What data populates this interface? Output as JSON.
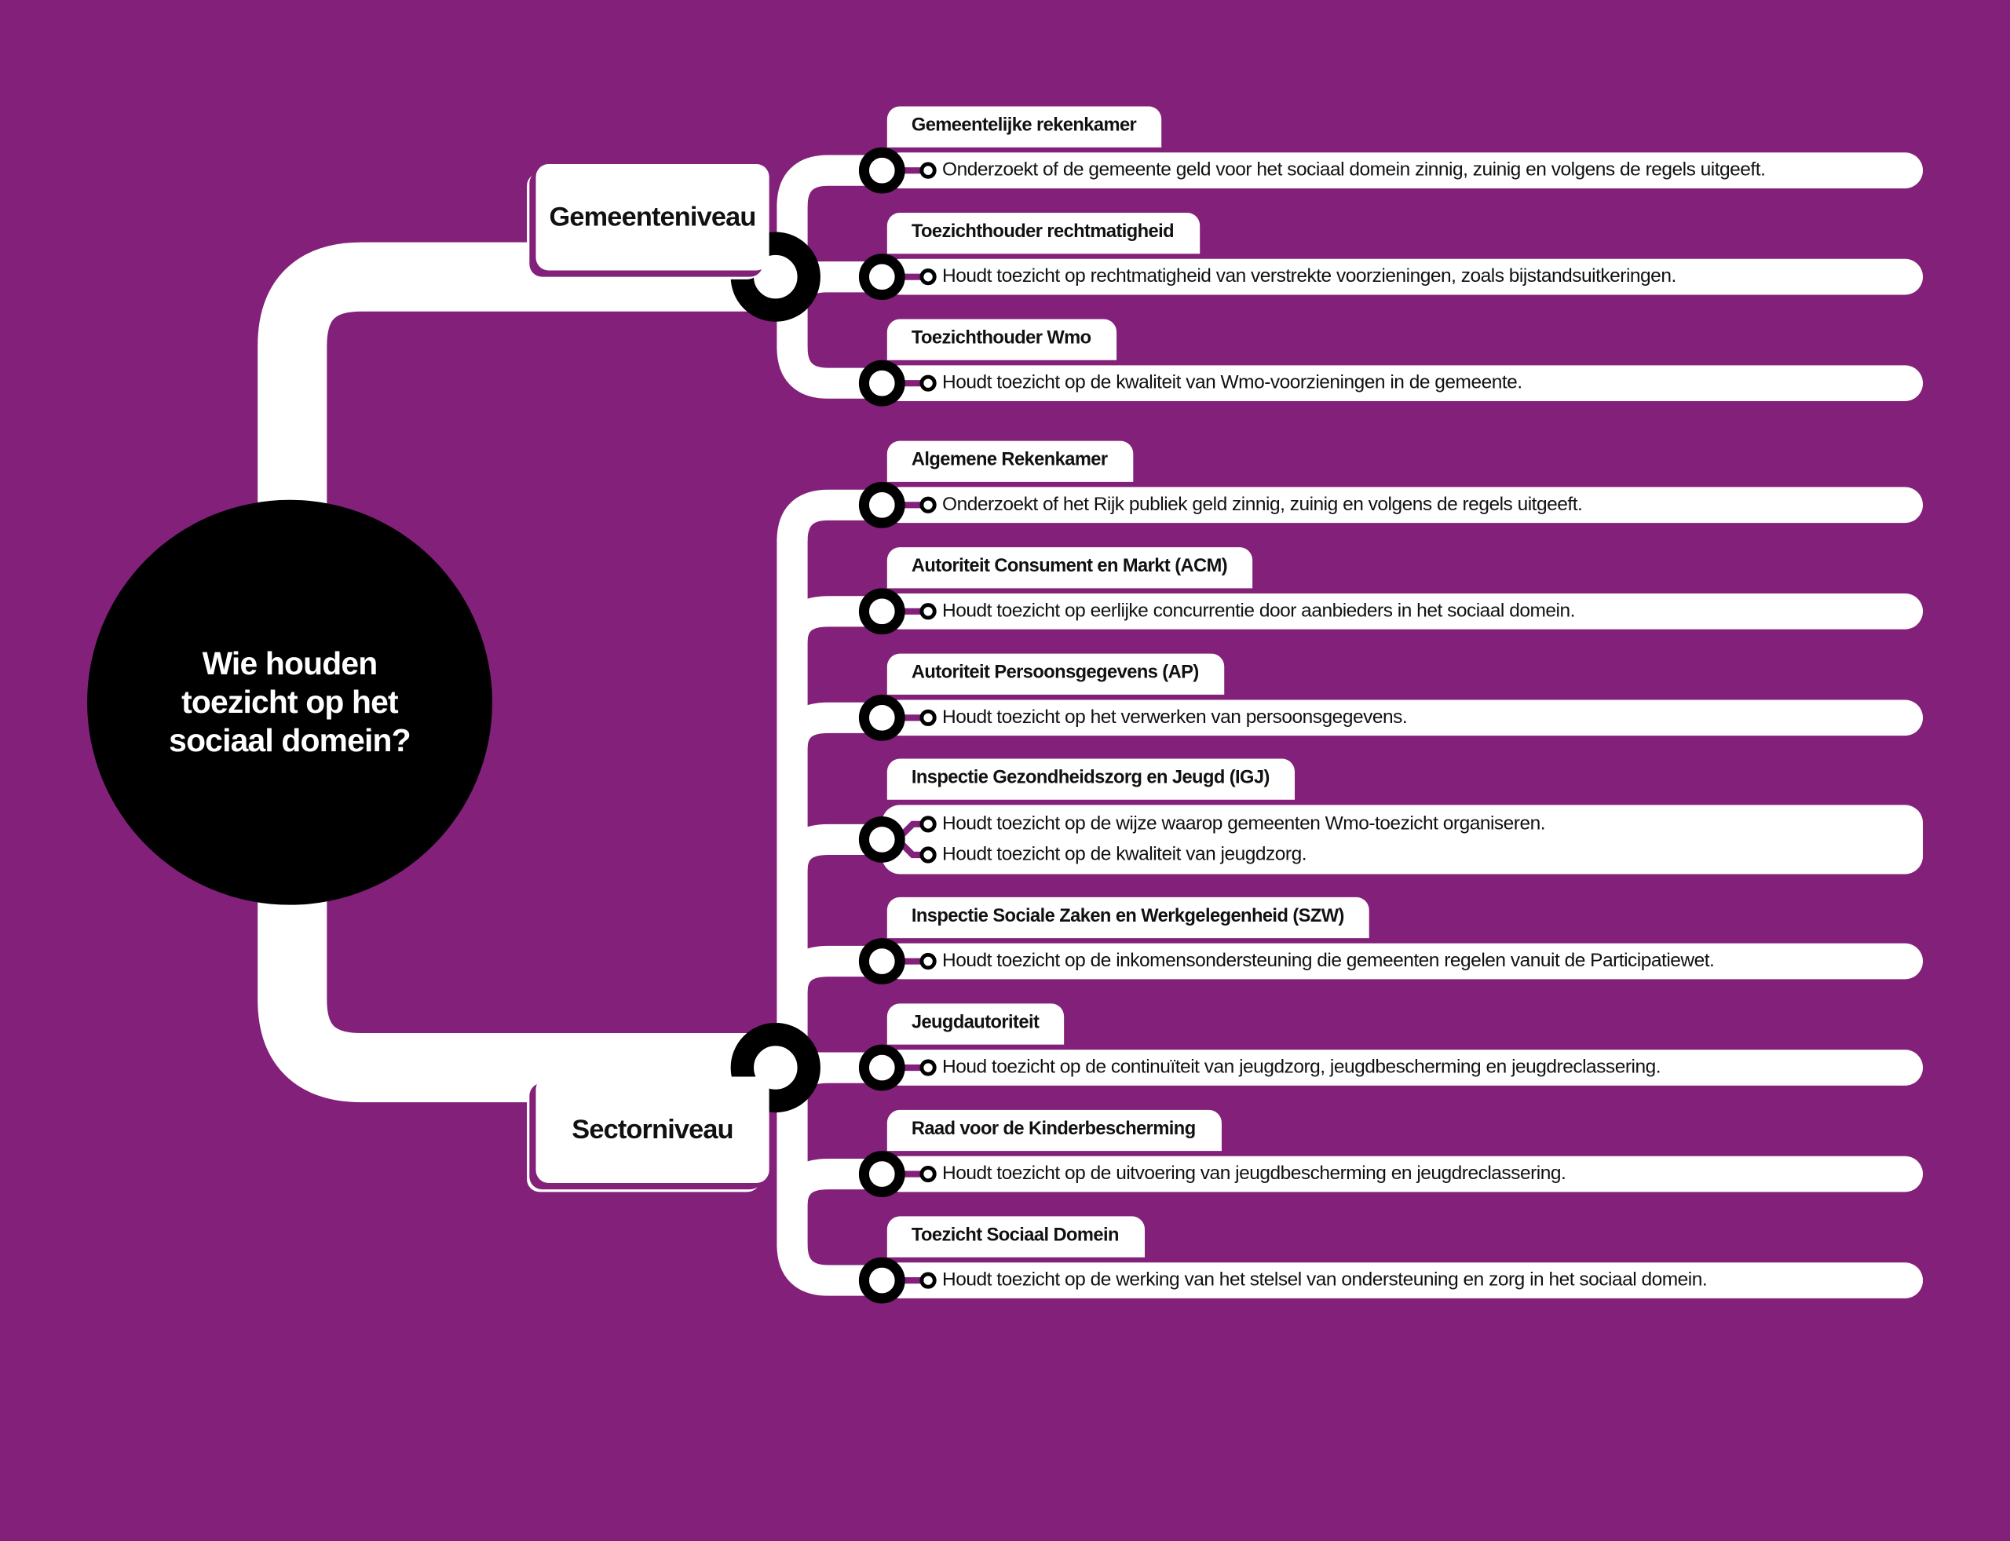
{
  "title_lines": [
    "Wie houden",
    "toezicht op het",
    "sociaal domein?"
  ],
  "colors": {
    "background": "#82207a",
    "line": "#ffffff",
    "node": "#000000"
  },
  "groups": [
    {
      "name": "Gemeenteniveau",
      "items": [
        {
          "title": "Gemeentelijke rekenkamer",
          "descriptions": [
            "Onderzoekt of de gemeente geld voor het sociaal domein zinnig, zuinig en volgens de regels uitgeeft."
          ]
        },
        {
          "title": "Toezichthouder rechtmatigheid",
          "descriptions": [
            "Houdt toezicht op rechtmatigheid van verstrekte voorzieningen, zoals bijstandsuitkeringen."
          ]
        },
        {
          "title": "Toezichthouder Wmo",
          "descriptions": [
            "Houdt toezicht op de kwaliteit van Wmo-voorzieningen in de gemeente."
          ]
        }
      ]
    },
    {
      "name": "Sectorniveau",
      "items": [
        {
          "title": "Algemene Rekenkamer",
          "descriptions": [
            "Onderzoekt of het Rijk publiek geld zinnig, zuinig en volgens de regels uitgeeft."
          ]
        },
        {
          "title": "Autoriteit Consument en Markt (ACM)",
          "descriptions": [
            "Houdt toezicht op eerlijke concurrentie door aanbieders in het sociaal domein."
          ]
        },
        {
          "title": "Autoriteit Persoonsgegevens (AP)",
          "descriptions": [
            "Houdt toezicht op het verwerken van persoonsgegevens."
          ]
        },
        {
          "title": "Inspectie Gezondheidszorg en Jeugd (IGJ)",
          "descriptions": [
            "Houdt toezicht op de wijze waarop gemeenten Wmo-toezicht organiseren.",
            "Houdt toezicht op de kwaliteit van jeugdzorg."
          ]
        },
        {
          "title": "Inspectie Sociale Zaken en Werkgelegenheid (SZW)",
          "descriptions": [
            "Houdt toezicht op de inkomensondersteuning die gemeenten regelen vanuit de Participatiewet."
          ]
        },
        {
          "title": "Jeugdautoriteit",
          "descriptions": [
            "Houd toezicht op de continuïteit van jeugdzorg, jeugdbescherming en jeugdreclassering."
          ]
        },
        {
          "title": "Raad voor de Kinderbescherming",
          "descriptions": [
            "Houdt toezicht op de uitvoering van jeugdbescherming en jeugdreclassering."
          ]
        },
        {
          "title": "Toezicht Sociaal Domein",
          "descriptions": [
            "Houdt toezicht op de werking van het stelsel van ondersteuning en zorg in het sociaal domein."
          ]
        }
      ]
    }
  ]
}
